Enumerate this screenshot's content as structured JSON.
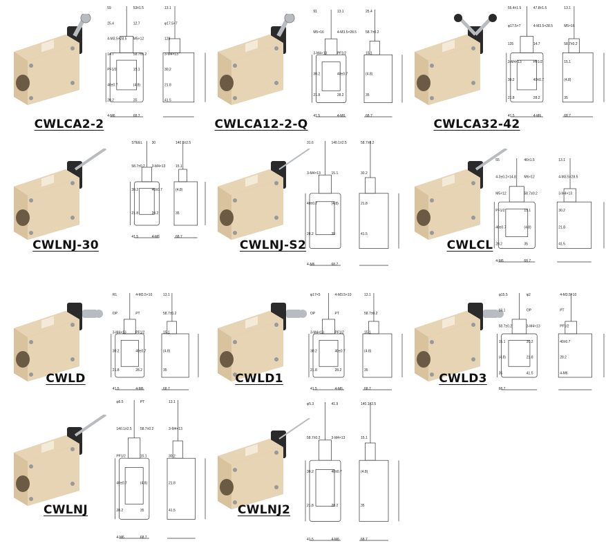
{
  "products": [
    {
      "model": "CWLCA2-2",
      "actuator": "roller-lever",
      "labels": [
        "59",
        "53±1.5",
        "13.1",
        "25.4",
        "12.7",
        "φ17.5×7",
        "4-M3.5×28.5",
        "M5×12",
        "128",
        "14.7",
        "58.7±0.2",
        "3-M4×13",
        "PF1/2",
        "15.1",
        "30.2",
        "40±0.7",
        "(4.8)",
        "21.8",
        "28.2",
        "35",
        "41.5",
        "4-M6",
        "68.7"
      ]
    },
    {
      "model": "CWLCA12-2-Q",
      "actuator": "adjustable-roller-lever",
      "labels": [
        "91",
        "13.1",
        "25.4",
        "M5×16",
        "4-M3.5×28.5",
        "58.7±0.2",
        "3-M4×13",
        "PF1/2",
        "15.1",
        "30.2",
        "40±0.7",
        "(4.8)",
        "21.8",
        "28.2",
        "35",
        "41.5",
        "4-M6",
        "68.7"
      ]
    },
    {
      "model": "CWLCA32-42",
      "actuator": "fork-lever",
      "labels": [
        "55.4±1.5",
        "47.8±1.5",
        "13.1",
        "φ17.5×7",
        "4-M3.5×28.5",
        "M5×16",
        "135",
        "14.7",
        "58.7±0.2",
        "3-M4×13",
        "PF1/2",
        "15.1",
        "30.2",
        "40±0.7",
        "(4.8)",
        "21.8",
        "28.2",
        "35",
        "41.5",
        "4-M6",
        "68.7"
      ]
    },
    {
      "model": "CWLNJ-30",
      "actuator": "spring-rod",
      "labels": [
        "STEEL",
        "30",
        "140.1±2.5",
        "58.7±0.2",
        "3-M4×13",
        "15.1",
        "30.2",
        "40±0.7",
        "(4.8)",
        "21.8",
        "28.2",
        "35",
        "41.5",
        "4-M6",
        "68.7"
      ]
    },
    {
      "model": "CWLNJ-S2",
      "actuator": "spring-wire",
      "labels": [
        "31.6",
        "140.1±2.5",
        "58.7±0.2",
        "3-M4×13",
        "15.1",
        "30.2",
        "40±0.7",
        "(4.8)",
        "21.8",
        "28.2",
        "35",
        "41.5",
        "4-M6",
        "68.7"
      ]
    },
    {
      "model": "CWLCL",
      "actuator": "rod-lever",
      "labels": [
        "55",
        "46±1.5",
        "13.1",
        "4-3±0.2×14.8",
        "M6×12",
        "4-M3.5×28.5",
        "M5×12",
        "58.7±0.2",
        "3-M4×13",
        "PF1/2",
        "15.1",
        "30.2",
        "40±0.7",
        "(4.8)",
        "21.8",
        "28.2",
        "35",
        "41.5",
        "4-M6",
        "68.7"
      ]
    },
    {
      "model": "CWLD",
      "actuator": "plunger",
      "labels": [
        "R1",
        "4-M3.5×10",
        "13.1",
        "OP",
        "PT",
        "58.7±0.2",
        "3-M4×13",
        "PF1/2",
        "15.1",
        "30.2",
        "40±0.7",
        "(4.8)",
        "21.8",
        "28.2",
        "35",
        "41.5",
        "4-M6",
        "68.7"
      ]
    },
    {
      "model": "CWLD1",
      "actuator": "roller-plunger",
      "labels": [
        "φ17×5",
        "4-M3.5×10",
        "13.1",
        "OP",
        "PT",
        "58.7±0.2",
        "3-M4×13",
        "PF1/2",
        "15.1",
        "30.2",
        "40±0.7",
        "(4.8)",
        "21.8",
        "28.2",
        "35",
        "41.5",
        "4-M6",
        "68.7"
      ]
    },
    {
      "model": "CWLD3",
      "actuator": "ball-plunger",
      "labels": [
        "φ15.5",
        "φ2",
        "4-M3.5×10",
        "13.1",
        "OP",
        "PT",
        "58.7±0.2",
        "3-M4×13",
        "PF1/2",
        "15.1",
        "30.2",
        "40±0.7",
        "(4.8)",
        "21.8",
        "28.2",
        "35",
        "41.5",
        "4-M6",
        "68.7"
      ]
    },
    {
      "model": "CWLNJ",
      "actuator": "spring-rod",
      "labels": [
        "φ6.5",
        "PT",
        "13.1",
        "140.1±2.5",
        "58.7±0.2",
        "3-M4×13",
        "PF1/2",
        "15.1",
        "30.2",
        "40±0.7",
        "(4.8)",
        "21.8",
        "28.2",
        "35",
        "41.5",
        "4-M6",
        "68.7"
      ]
    },
    {
      "model": "CWLNJ2",
      "actuator": "spring-wire",
      "labels": [
        "φ5.3",
        "41.9",
        "140.1±2.5",
        "58.7±0.2",
        "3-M4×13",
        "15.1",
        "30.2",
        "40±0.7",
        "(4.8)",
        "21.8",
        "28.2",
        "35",
        "41.5",
        "4-M6",
        "68.7"
      ]
    }
  ],
  "colors": {
    "body": "#e6d4b4",
    "body_shade": "#c9b28c",
    "actuator": "#2a2a2a",
    "metal": "#b8bcc0",
    "line": "#333333"
  }
}
